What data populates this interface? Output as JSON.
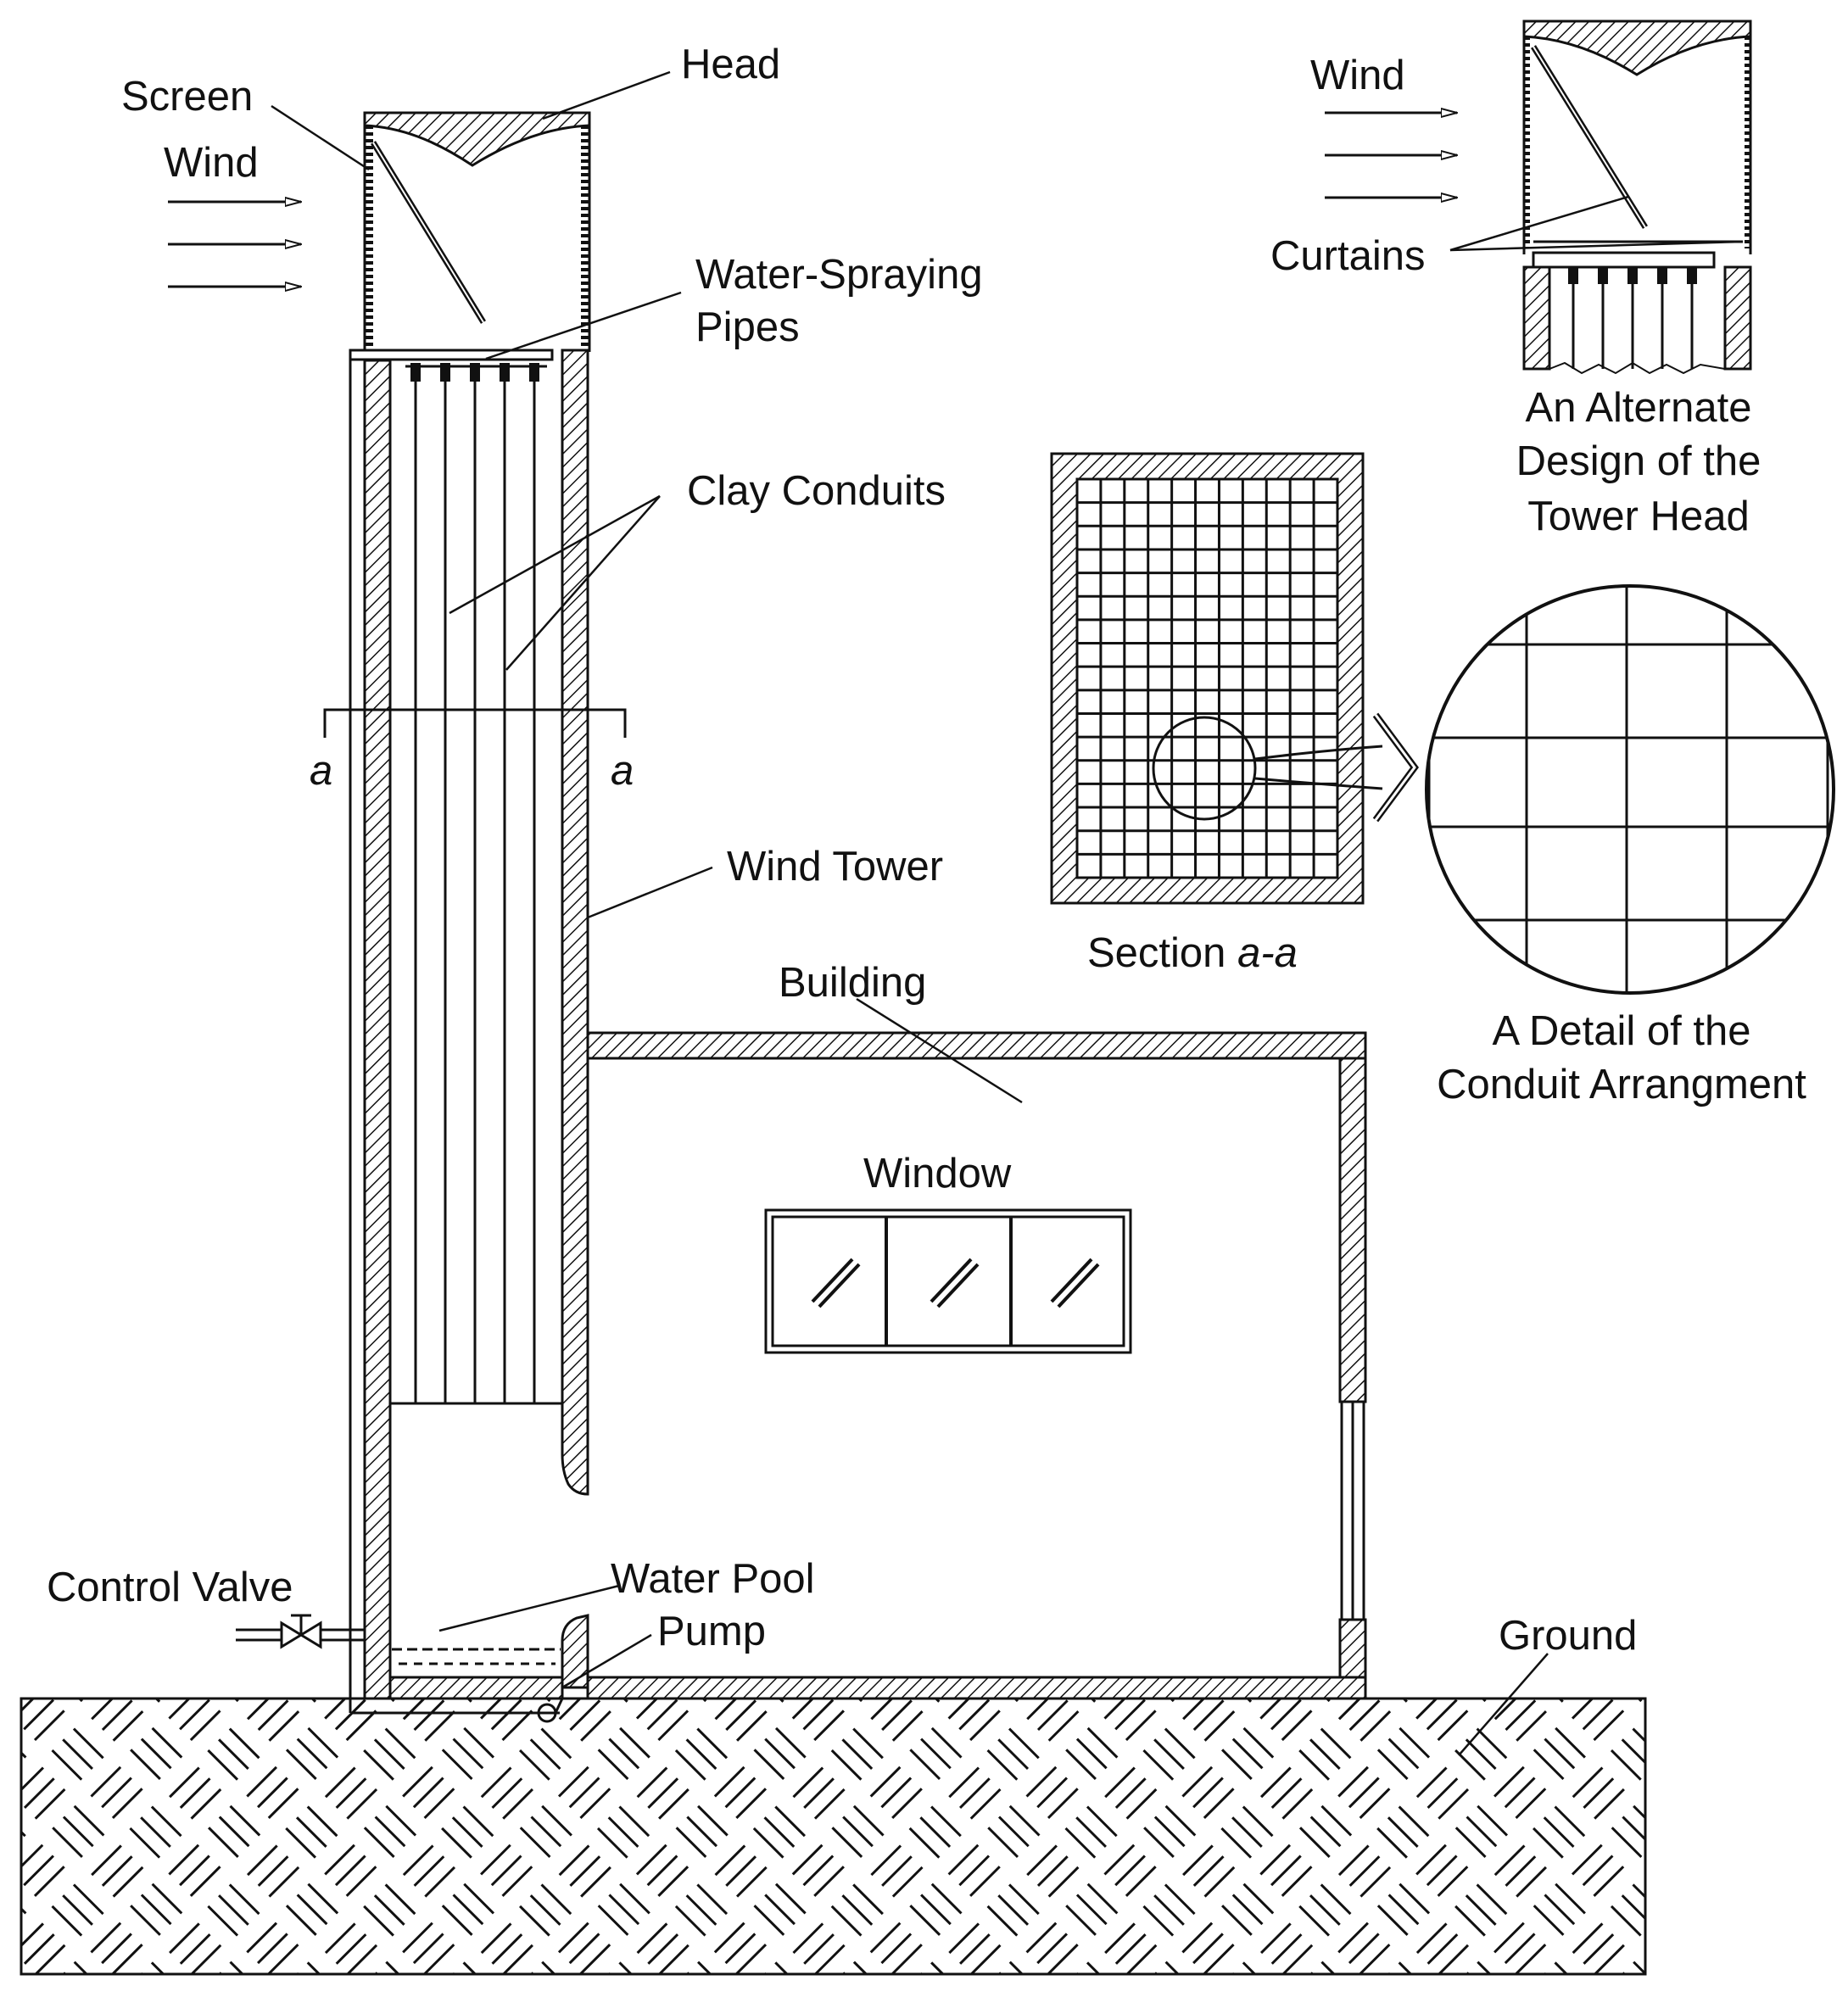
{
  "colors": {
    "ink": "#111111",
    "background": "#ffffff"
  },
  "labels": {
    "head": "Head",
    "screen": "Screen",
    "wind_main": "Wind",
    "water_spraying_line1": "Water-Spraying",
    "water_spraying_line2": "Pipes",
    "clay_conduits": "Clay Conduits",
    "section_mark_left": "a",
    "section_mark_right": "a",
    "wind_tower": "Wind Tower",
    "building": "Building",
    "window": "Window",
    "control_valve": "Control Valve",
    "water_pool": "Water Pool",
    "pump": "Pump",
    "ground": "Ground",
    "wind_alt": "Wind",
    "curtains": "Curtains",
    "alt_design_line1": "An Alternate",
    "alt_design_line2": "Design of the",
    "alt_design_line3": "Tower Head",
    "section_prefix": "Section ",
    "section_name": "a-a",
    "detail_line1": "A Detail of the",
    "detail_line2": "Conduit Arrangment"
  }
}
